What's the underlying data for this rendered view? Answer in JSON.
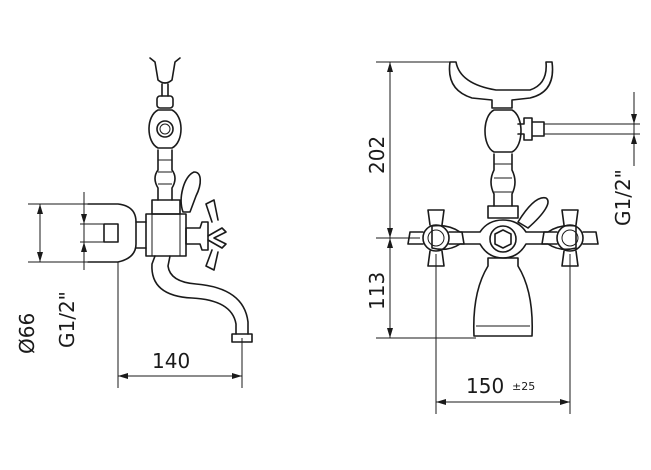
{
  "dimensions": {
    "diameter_66": "Ø66",
    "thread_left": "G1/2\"",
    "width_140": "140",
    "height_202": "202",
    "height_113": "113",
    "thread_right": "G1/2\"",
    "spacing_150": "150",
    "tolerance": "±25"
  }
}
